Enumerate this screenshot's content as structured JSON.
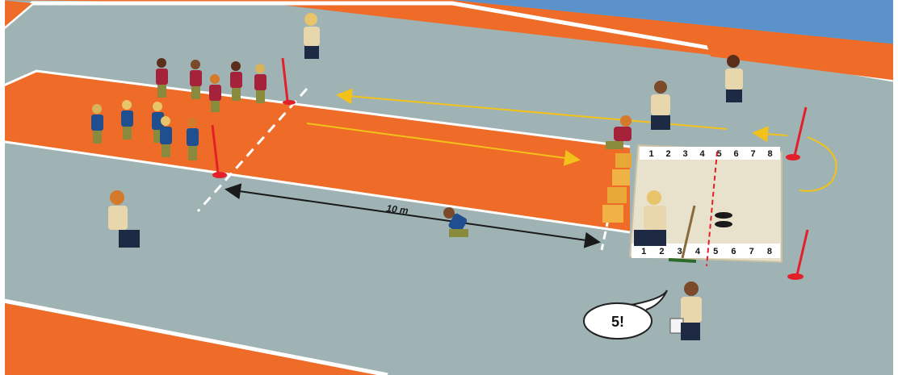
{
  "scene": {
    "distance_label": "10 m",
    "speech_text": "5!",
    "scale_top": [
      "1",
      "2",
      "3",
      "4",
      "5",
      "6",
      "7",
      "8"
    ],
    "scale_bottom": [
      "1",
      "2",
      "3",
      "4",
      "5",
      "6",
      "7",
      "8"
    ],
    "colors": {
      "court_gray": "#9fb3b5",
      "track_orange": "#ee6b28",
      "lines_white": "#ffffff",
      "arrow_yellow": "#f2c21a",
      "pit_sand": "#e8e2cc",
      "sky_blue": "#5a92c9",
      "cone_red": "#e3202a",
      "team_red_shirt": "#a5233a",
      "team_blue_shirt": "#1f4f8f",
      "coach_shirt": "#e8d6ad"
    }
  }
}
